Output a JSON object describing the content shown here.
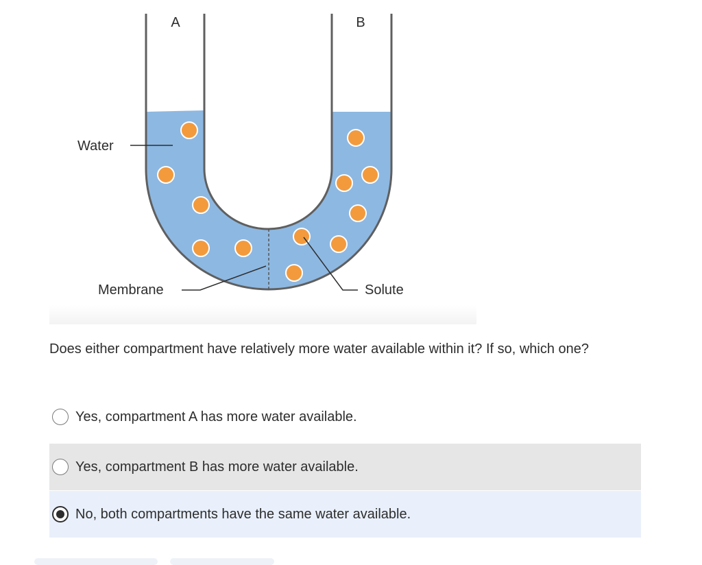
{
  "diagram": {
    "compartment_a_label": "A",
    "compartment_b_label": "B",
    "water_label": "Water",
    "membrane_label": "Membrane",
    "solute_label": "Solute",
    "colors": {
      "water": "#8db8e2",
      "solute": "#f39a3d",
      "tube_outline": "#5f5f5f"
    }
  },
  "question": {
    "text": "Does either compartment have relatively more water available within it? If so, which one?"
  },
  "options": [
    {
      "label": "Yes, compartment A has more water available.",
      "selected": false
    },
    {
      "label": "Yes, compartment B has more water available.",
      "selected": false
    },
    {
      "label": "No, both compartments have the same water available.",
      "selected": true
    }
  ]
}
